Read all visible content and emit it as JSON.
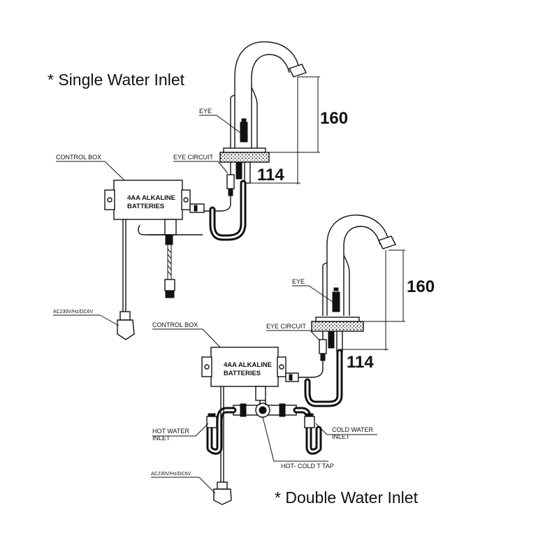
{
  "single": {
    "title": "* Single Water Inlet",
    "eye_label": "EYE",
    "eye_circuit_label": "EYE CIRCUIT",
    "control_box_label": "CONTROL BOX",
    "batteries_line1": "4AA ALKALINE",
    "batteries_line2": "BATTERIES",
    "power_label": "AC230V/Hz/DC6V",
    "dim_height": "160",
    "dim_reach": "114"
  },
  "double": {
    "title": "* Double Water Inlet",
    "eye_label": "EYE",
    "eye_circuit_label": "EYE CIRCUIT",
    "control_box_label": "CONTROL BOX",
    "batteries_line1": "4AA ALKALINE",
    "batteries_line2": "BATTERIES",
    "hot_inlet_line1": "HOT WATER",
    "hot_inlet_line2": "INLET",
    "cold_inlet_line1": "COLD WATER",
    "cold_inlet_line2": "INLET",
    "tap_label": "HOT- COLD T TAP",
    "power_label": "AC230V/Hz/DC6V",
    "dim_height": "160",
    "dim_reach": "114"
  }
}
